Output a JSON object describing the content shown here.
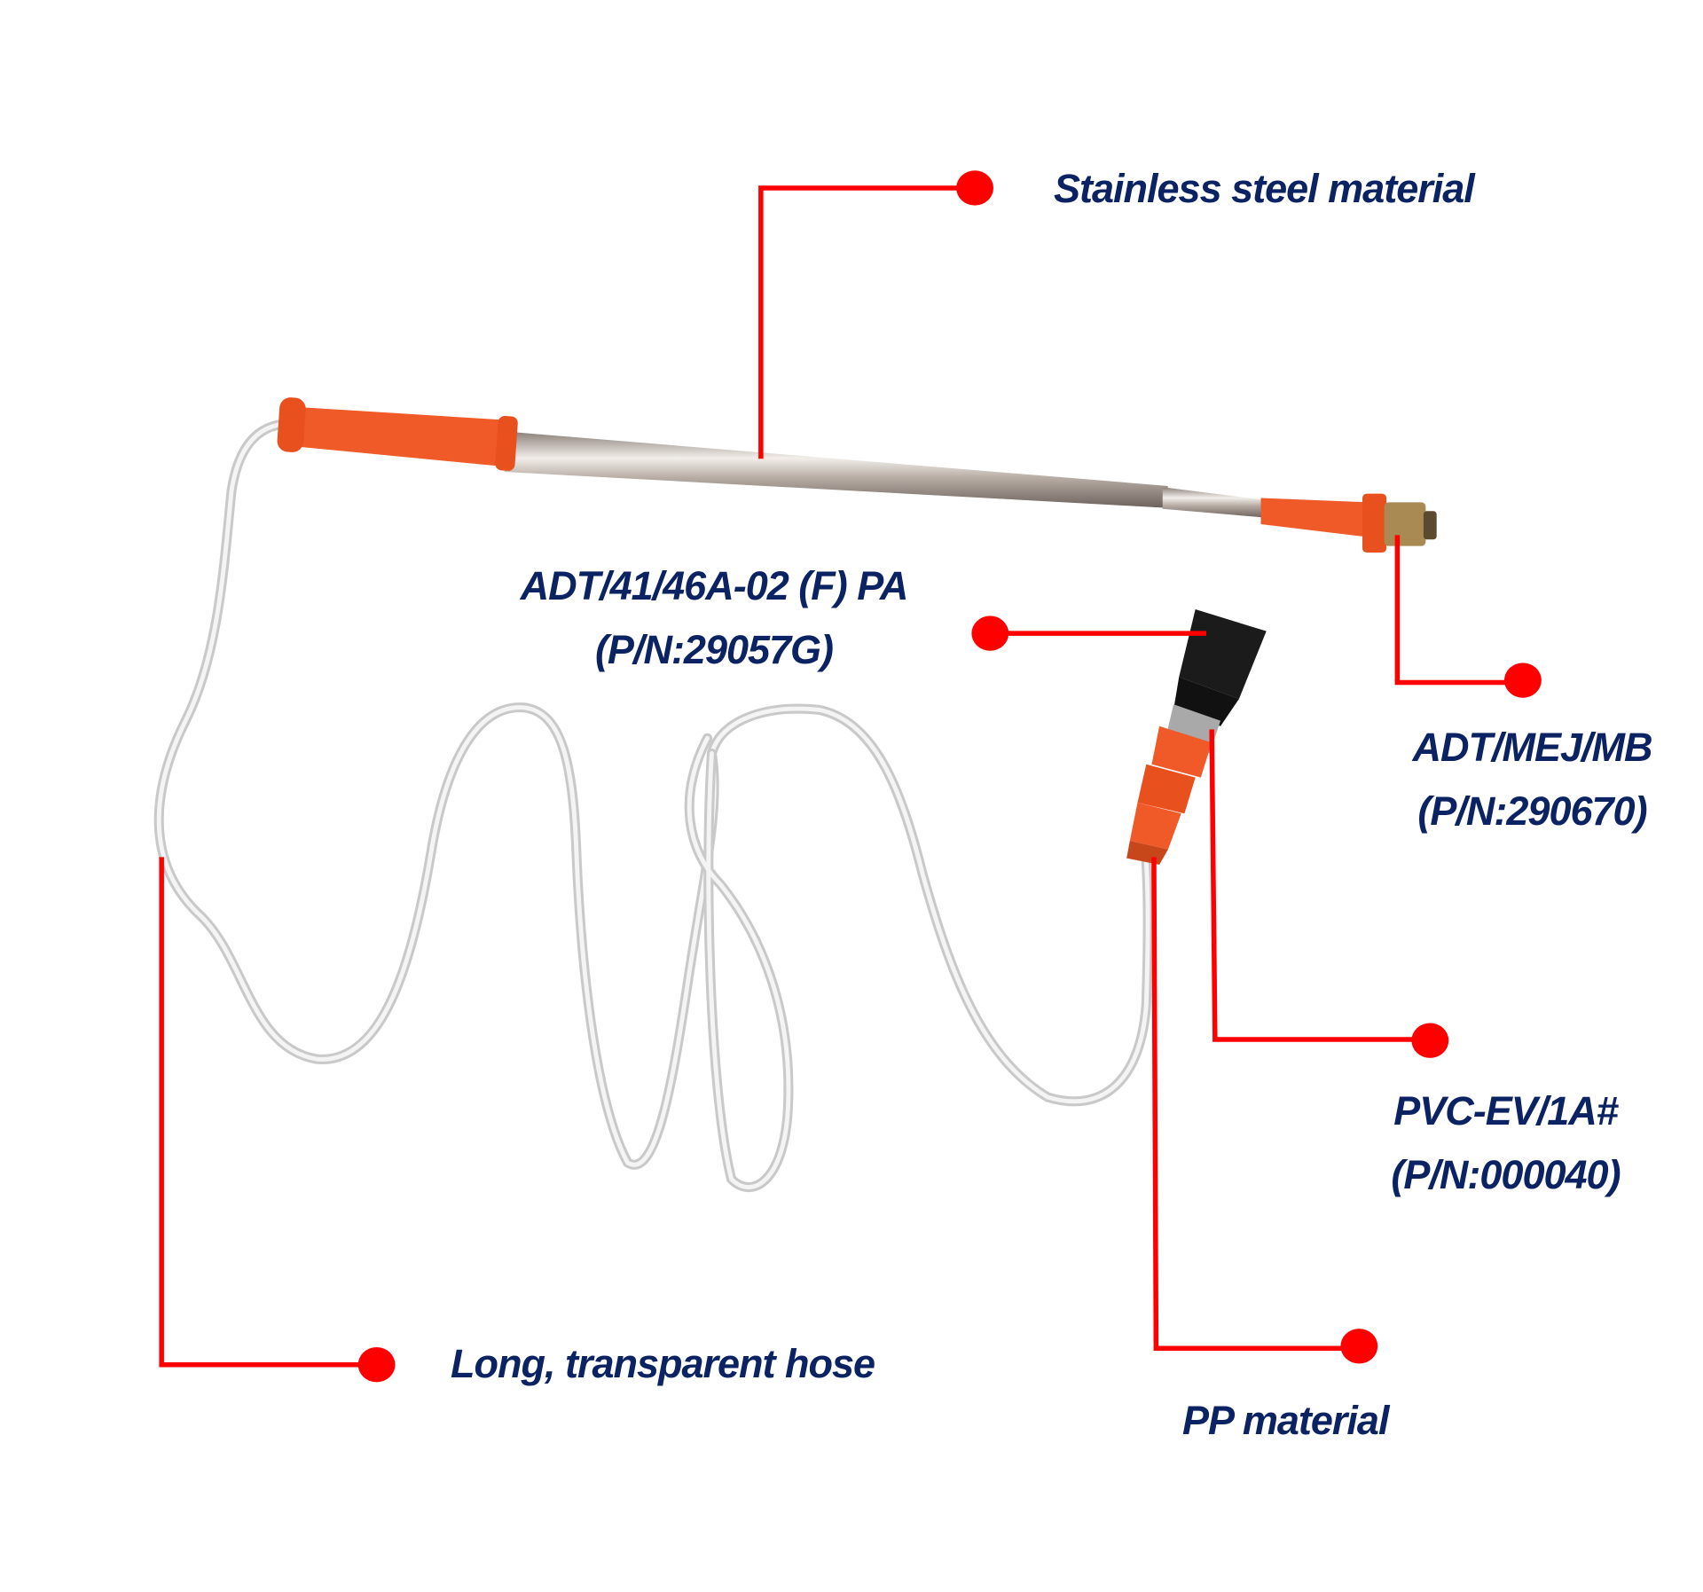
{
  "labels": {
    "steel": "Stainless steel material",
    "adaptor_top": [
      "ADT/41/46A-02 (F) PA",
      "(P/N:29057G)"
    ],
    "nozzle_fitting": [
      "ADT/MEJ/MB",
      "(P/N:290670)"
    ],
    "pvc": [
      "PVC-EV/1A#",
      "(P/N:000040)"
    ],
    "pp": "PP material",
    "hose": "Long, transparent hose"
  },
  "colors": {
    "text": "#0b2263",
    "callout": "#ff0000",
    "grip": "#f05a28"
  }
}
